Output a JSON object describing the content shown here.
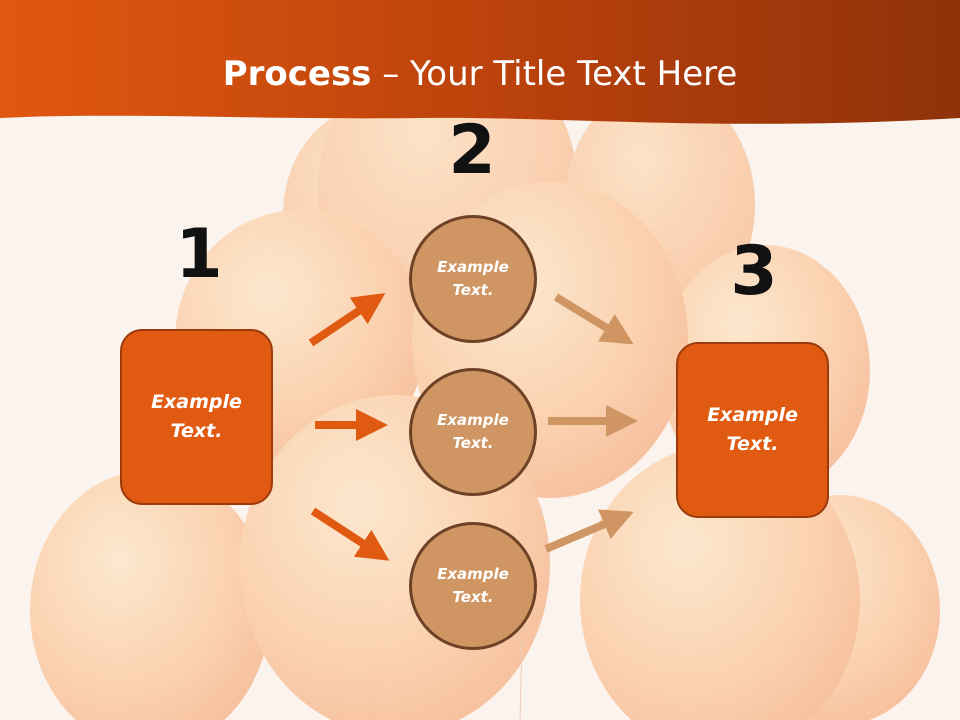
{
  "title": {
    "bold": "Process",
    "rest": " – Your Title Text Here"
  },
  "steps": [
    {
      "number": "1",
      "line1": "Example",
      "line2": "Text."
    },
    {
      "number": "2"
    },
    {
      "number": "3",
      "line1": "Example",
      "line2": "Text."
    }
  ],
  "circles": [
    {
      "line1": "Example",
      "line2": "Text."
    },
    {
      "line1": "Example",
      "line2": "Text."
    },
    {
      "line1": "Example",
      "line2": "Text."
    }
  ],
  "colors": {
    "header": "#c2450d",
    "box": "#e05a12",
    "circle": "#cf9562",
    "arrow_left": "#e05a12",
    "arrow_right": "#cf9562"
  }
}
